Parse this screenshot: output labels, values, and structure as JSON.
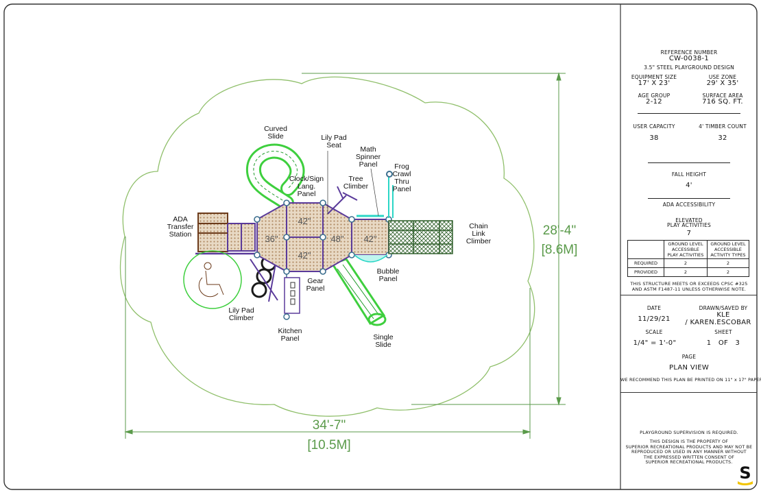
{
  "plan": {
    "labels": {
      "curved_slide": [
        "Curved",
        "Slide"
      ],
      "lily_pad_seat": [
        "Lily Pad",
        "Seat"
      ],
      "math_spinner": [
        "Math",
        "Spinner",
        "Panel"
      ],
      "frog_crawl": [
        "Frog",
        "Crawl",
        "Thru",
        "Panel"
      ],
      "clock_sign": [
        "Clock/Sign",
        "Lang.",
        "Panel"
      ],
      "tree_climber": [
        "Tree",
        "Climber"
      ],
      "ada_transfer": [
        "ADA",
        "Transfer",
        "Station"
      ],
      "chain_link": [
        "Chain",
        "Link",
        "Climber"
      ],
      "lily_pad_climber": [
        "Lily Pad",
        "Climber"
      ],
      "gear_panel": [
        "Gear",
        "Panel"
      ],
      "bubble_panel": [
        "Bubble",
        "Panel"
      ],
      "kitchen_panel": [
        "Kitchen",
        "Panel"
      ],
      "single_slide": [
        "Single",
        "Slide"
      ]
    },
    "deck_heights": [
      "36\"",
      "42\"",
      "42\"",
      "48\"",
      "42\""
    ],
    "dim_width": {
      "imperial": "34'-7\"",
      "metric": "[10.5M]"
    },
    "dim_height": {
      "imperial": "28'-4\"",
      "metric": "[8.6M]"
    }
  },
  "title_block": {
    "reference_label": "REFERENCE NUMBER",
    "reference_number": "CW-0038-1",
    "design": "3.5\" STEEL PLAYGROUND DESIGN",
    "equipment_size_label": "EQUIPMENT SIZE",
    "equipment_size": "17' X 23'",
    "use_zone_label": "USE ZONE",
    "use_zone": "29' X 35'",
    "age_group_label": "AGE GROUP",
    "age_group": "2-12",
    "surface_area_label": "SURFACE AREA",
    "surface_area": "716 SQ. FT.",
    "user_capacity_label": "USER CAPACITY",
    "user_capacity": "38",
    "timber_count_label": "4' TIMBER COUNT",
    "timber_count": "32",
    "fall_height_label": "FALL HEIGHT",
    "fall_height": "4'",
    "ada_label": "ADA ACCESSIBILITY",
    "elevated_label_1": "ELEVATED",
    "elevated_label_2": "PLAY ACTIVITIES",
    "elevated_count": "7",
    "ada_table": {
      "col1": [
        "GROUND LEVEL",
        "ACCESSIBLE",
        "PLAY ACTIVITIES"
      ],
      "col2": [
        "GROUND LEVEL",
        "ACCESSIBLE",
        "ACTIVITY TYPES"
      ],
      "rows": [
        {
          "label": "REQUIRED",
          "a": "2",
          "b": "2"
        },
        {
          "label": "PROVIDED",
          "a": "2",
          "b": "2"
        }
      ]
    },
    "compliance_1": "THIS STRUCTURE MEETS OR EXCEEDS CPSC #325",
    "compliance_2": "AND ASTM F1487-11 UNLESS OTHERWISE NOTE.",
    "date_label": "DATE",
    "date": "11/29/21",
    "drawn_label": "DRAWN/SAVED BY",
    "drawn_1": "KLE",
    "drawn_2": "/ KAREN.ESCOBAR",
    "scale_label": "SCALE",
    "scale": "1/4\" = 1'-0\"",
    "sheet_label": "SHEET",
    "sheet": "1   OF   3",
    "page_label": "PAGE",
    "page": "PLAN VIEW",
    "print_note": "WE RECOMMEND THIS PLAN BE PRINTED ON 11\" x 17\" PAPER",
    "supervision": "PLAYGROUND SUPERVISION IS REQUIRED.",
    "legal": [
      "THIS DESIGN IS THE PROPERTY OF",
      "SUPERIOR RECREATIONAL PRODUCTS AND MAY NOT BE",
      "REPRODUCED OR USED IN ANY MANNER WITHOUT",
      "THE EXPRESSED WRITTEN CONSENT OF",
      "SUPERIOR RECREATIONAL PRODUCTS."
    ],
    "logo_letter": "S"
  },
  "colors": {
    "zone": "#8fbf6a",
    "slide": "#3ecf3e",
    "slide_dark": "#1f9a2a",
    "purple": "#5a3a9a",
    "brown": "#6b3a1a",
    "deck_fill": "#e8d9c4",
    "deck_dot": "#b99a78",
    "steel": "#3b6e8e",
    "cyan": "#2ad6c6",
    "chain": "#2f5f2a",
    "logo_yellow": "#f2c400"
  }
}
